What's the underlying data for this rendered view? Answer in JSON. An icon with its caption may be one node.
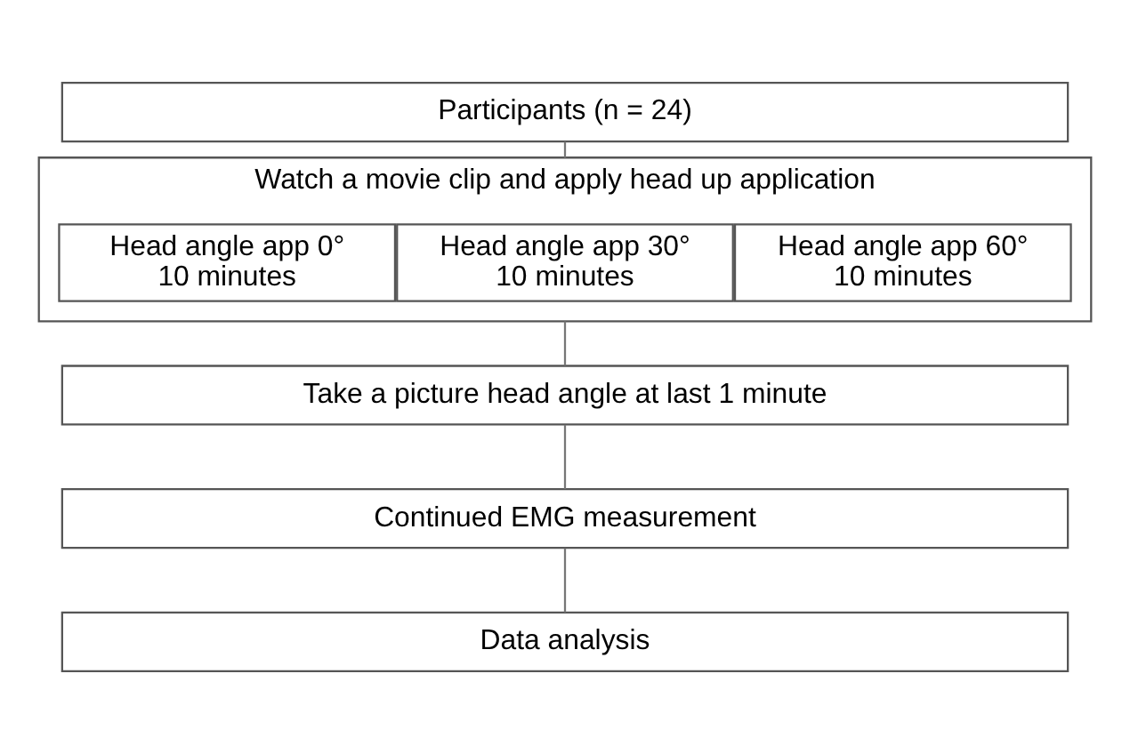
{
  "diagram": {
    "nodes": [
      {
        "text": [
          "Participants (n = 24)"
        ]
      },
      {
        "text": [
          "Watch a movie clip and apply head up application"
        ]
      },
      {
        "text": [
          "Head angle app 0° 10 minutes"
        ],
        "in": 1
      },
      {
        "text": [
          "Head angle app 30° 10 minutes"
        ],
        "in": 1
      },
      {
        "text": [
          "Head angle app 60° 10 minutes"
        ],
        "in": 1
      },
      {
        "text": [
          "Take a picture head angle at last 1 minute"
        ]
      },
      {
        "text": [
          "Continued EMG measurement"
        ]
      },
      {
        "text": [
          "Data analysis"
        ]
      }
    ],
    "edges": [
      {
        "from": 0,
        "to": 1,
        "arrow": "none"
      },
      {
        "from": 1,
        "to": 5,
        "arrow": "none"
      },
      {
        "from": 5,
        "to": 6,
        "arrow": "none"
      },
      {
        "from": 6,
        "to": 7,
        "arrow": "none"
      }
    ]
  }
}
